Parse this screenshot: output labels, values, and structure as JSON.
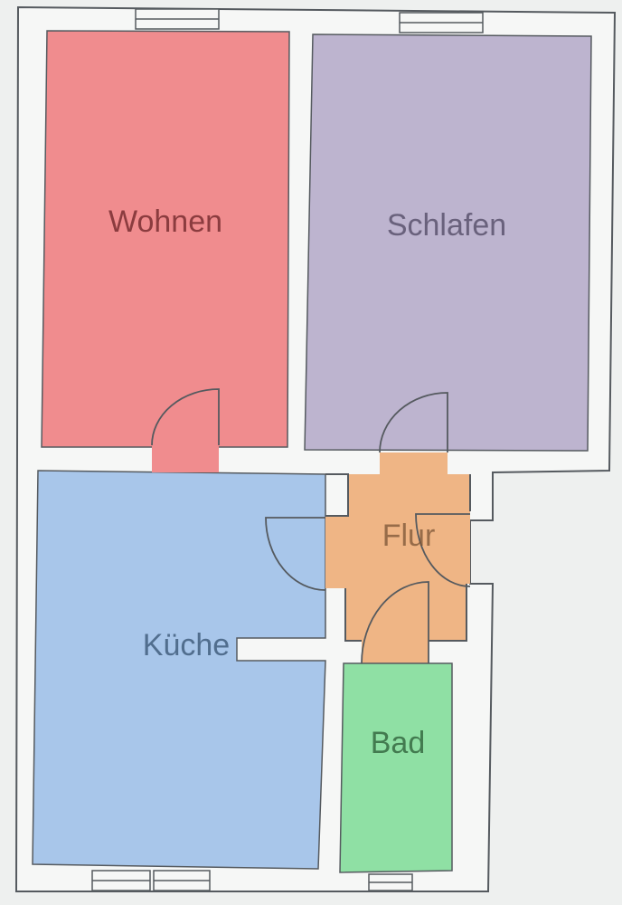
{
  "plan": {
    "rooms": [
      {
        "id": "wohnen",
        "label": "Wohnen",
        "color": "#f08c8e",
        "text_color": "#6a2224"
      },
      {
        "id": "schlafen",
        "label": "Schlafen",
        "color": "#bdb4cf",
        "text_color": "#4d4660"
      },
      {
        "id": "kueche",
        "label": "Küche",
        "color": "#a8c6ea",
        "text_color": "#34506f"
      },
      {
        "id": "flur",
        "label": "Flur",
        "color": "#efb585",
        "text_color": "#7a5436"
      },
      {
        "id": "bad",
        "label": "Bad",
        "color": "#8fe0a4",
        "text_color": "#2a5a34"
      }
    ],
    "wall_color": "#555a5f",
    "background_color": "#eef0ef"
  }
}
